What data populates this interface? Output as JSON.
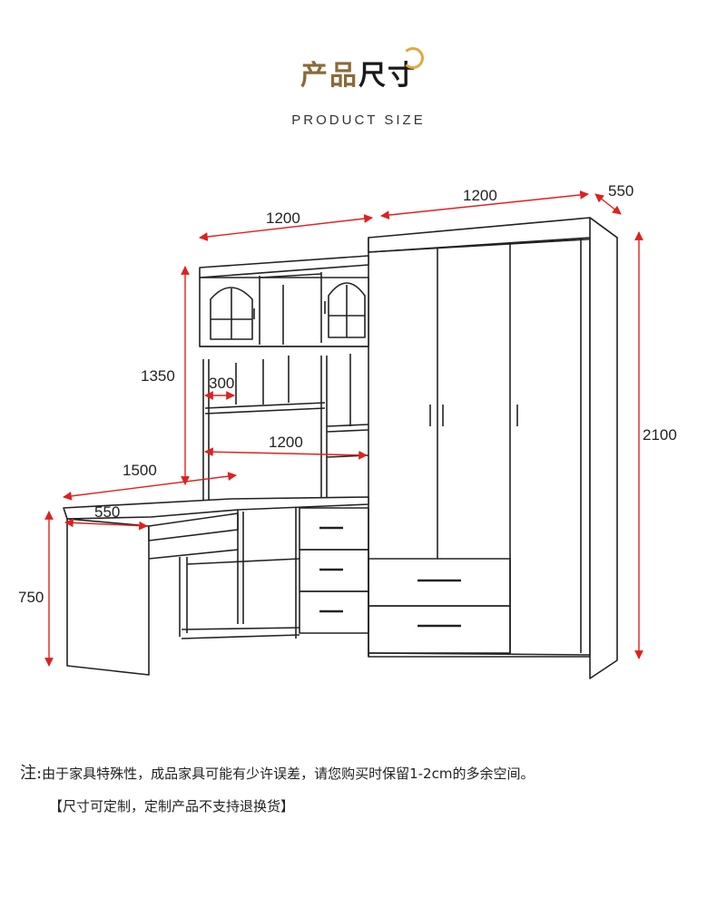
{
  "header": {
    "title_part1": "产品",
    "title_part2": "尺寸",
    "subtitle": "PRODUCT SIZE",
    "accent_color": "#8a6a3a",
    "ring_color": "#e2a93a"
  },
  "dimensions": {
    "top_left_width": "1200",
    "top_right_width": "1200",
    "depth": "550",
    "total_height": "2100",
    "hutch_height": "1350",
    "shelf_depth": "300",
    "inner_width": "1200",
    "desk_length": "1500",
    "desk_depth": "550",
    "desk_height": "750",
    "line_color": "#e02020"
  },
  "note": {
    "label": "注:",
    "text": "由于家具特殊性，成品家具可能有少许误差，请您购买时保留1-2cm的多余空间。",
    "text2": "【尺寸可定制，定制产品不支持退换货】"
  }
}
